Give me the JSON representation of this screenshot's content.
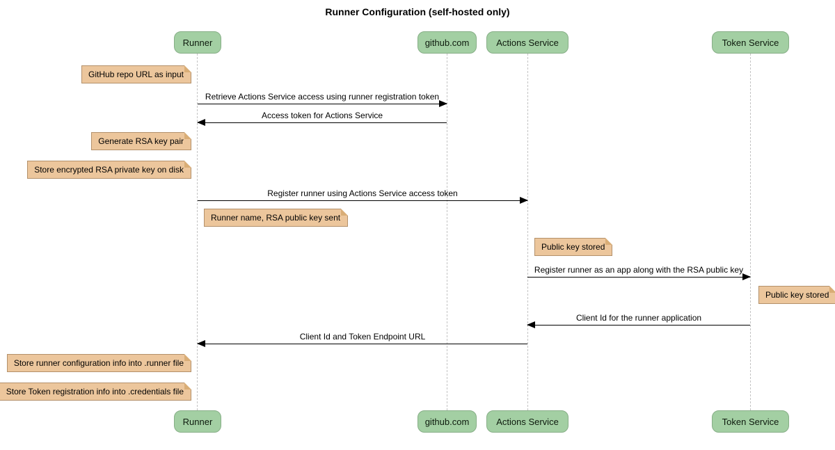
{
  "title": "Runner Configuration (self-hosted only)",
  "participants": [
    {
      "id": "runner",
      "label": "Runner"
    },
    {
      "id": "github",
      "label": "github.com"
    },
    {
      "id": "actions-service",
      "label": "Actions Service"
    },
    {
      "id": "token-service",
      "label": "Token Service"
    }
  ],
  "messages": [
    {
      "from": "Runner",
      "to": "github.com",
      "direction": "right",
      "label": "Retrieve Actions Service access using runner registration token"
    },
    {
      "from": "github.com",
      "to": "Runner",
      "direction": "left",
      "label": "Access token for Actions Service"
    },
    {
      "from": "Runner",
      "to": "Actions Service",
      "direction": "right",
      "label": "Register runner using Actions Service access token"
    },
    {
      "from": "Actions Service",
      "to": "Token Service",
      "direction": "right",
      "label": "Register runner as an app along with the RSA public key"
    },
    {
      "from": "Token Service",
      "to": "Actions Service",
      "direction": "left",
      "label": "Client Id for the runner application"
    },
    {
      "from": "Actions Service",
      "to": "Runner",
      "direction": "left",
      "label": "Client Id and Token Endpoint URL"
    }
  ],
  "notes": [
    {
      "attached_to": "Runner",
      "side": "left",
      "label": "GitHub repo URL as input"
    },
    {
      "attached_to": "Runner",
      "side": "left",
      "label": "Generate RSA key pair"
    },
    {
      "attached_to": "Runner",
      "side": "left",
      "label": "Store encrypted RSA private key on disk"
    },
    {
      "attached_to": "Runner",
      "side": "right",
      "label": "Runner name, RSA public key sent"
    },
    {
      "attached_to": "Actions Service",
      "side": "right",
      "label": "Public key stored"
    },
    {
      "attached_to": "Token Service",
      "side": "right",
      "label": "Public key stored"
    },
    {
      "attached_to": "Runner",
      "side": "left",
      "label": "Store runner configuration info into .runner file"
    },
    {
      "attached_to": "Runner",
      "side": "left",
      "label": "Store Token registration info into .credentials file"
    }
  ],
  "colors": {
    "background": "#ffffff",
    "participant_fill": "#a3cfa3",
    "participant_border": "#86ae86",
    "note_fill": "#ecc69c",
    "note_border": "#b3906a",
    "note_fold": "#d9ad76",
    "lifeline": "#c3c3c3",
    "arrow": "#000000",
    "text": "#000000"
  }
}
